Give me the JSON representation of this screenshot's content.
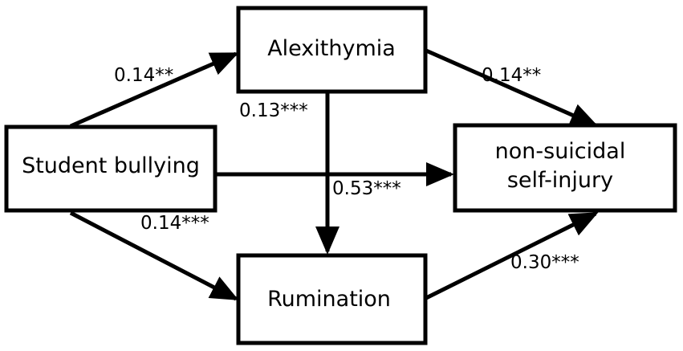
{
  "nodes": {
    "bullying": {
      "label": "Student bullying"
    },
    "alexithymia": {
      "label": "Alexithymia"
    },
    "rumination": {
      "label": "Rumination"
    },
    "nssi": {
      "label_line1": "non-suicidal",
      "label_line2": "self-injury"
    }
  },
  "edges": {
    "bullying_to_alexithymia": {
      "coefficient": "0.14**"
    },
    "alexithymia_to_rumination": {
      "coefficient": "0.13***"
    },
    "alexithymia_to_nssi": {
      "coefficient": "0.14**"
    },
    "bullying_to_nssi": {
      "coefficient": "0.53***"
    },
    "bullying_to_rumination": {
      "coefficient": "0.14***"
    },
    "rumination_to_nssi": {
      "coefficient": "0.30***"
    }
  },
  "colors": {
    "stroke": "#000000",
    "background": "#ffffff"
  }
}
